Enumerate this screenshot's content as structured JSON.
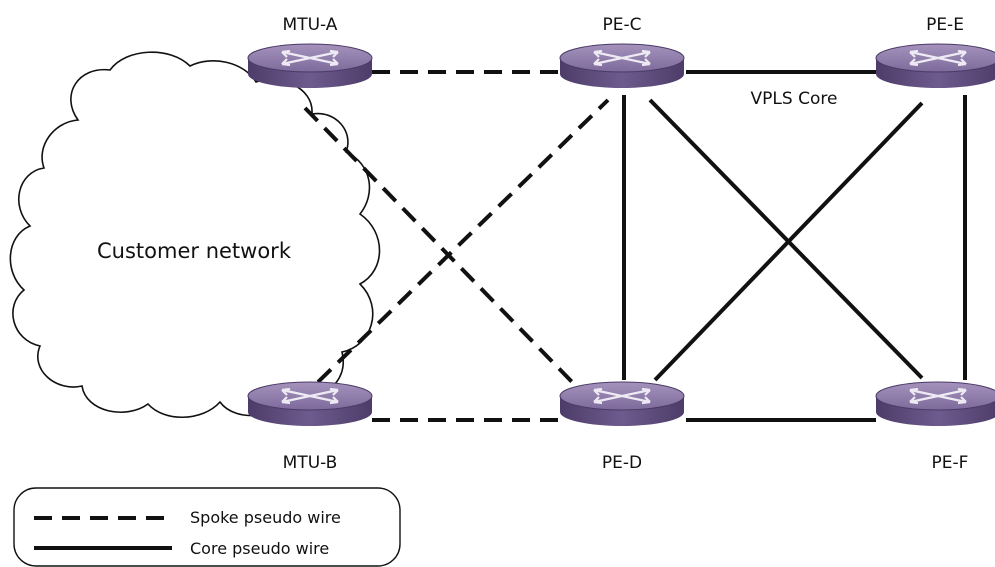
{
  "routers": {
    "mtu_a": "MTU-A",
    "mtu_b": "MTU-B",
    "pe_c": "PE-C",
    "pe_d": "PE-D",
    "pe_e": "PE-E",
    "pe_f": "PE-F"
  },
  "cloud_label": "Customer network",
  "core_label": "VPLS Core",
  "legend": {
    "spoke": "Spoke pseudo wire",
    "core": "Core pseudo wire"
  },
  "colors": {
    "router_top": "#8a76a6",
    "router_side": "#5f4c7e",
    "line": "#111111"
  }
}
